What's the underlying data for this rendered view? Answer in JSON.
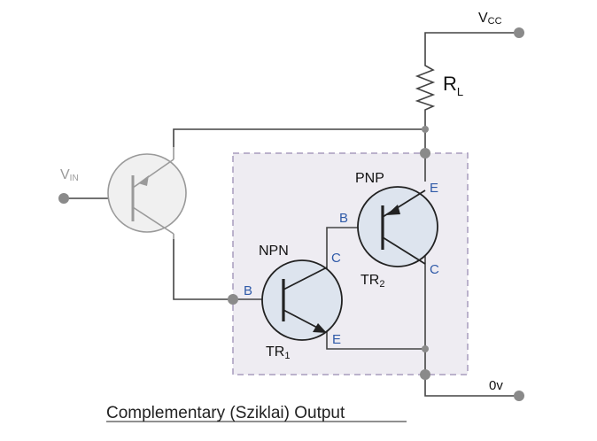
{
  "labels": {
    "vcc_main": "V",
    "vcc_sub": "CC",
    "rl_main": "R",
    "rl_sub": "L",
    "vin_main": "V",
    "vin_sub": "IN",
    "pnp": "PNP",
    "npn": "NPN",
    "tr2_main": "TR",
    "tr2_sub": "2",
    "tr1_main": "TR",
    "tr1_sub": "1",
    "zero_v": "0v",
    "caption": "Complementary (Sziklai) Output"
  },
  "pins": {
    "tr2_emitter": "E",
    "tr2_base": "B",
    "tr2_collector": "C",
    "tr1_collector": "C",
    "tr1_base": "B",
    "tr1_emitter": "E"
  },
  "colors": {
    "wire": "#444444",
    "node": "#8a8a8a",
    "box_fill": "#eeecf2",
    "box_stroke": "#a79bbd",
    "transistor_fill": "#dde4ee",
    "input_transistor_fill": "#f0f0f0",
    "pin_text": "#2f5aa8"
  }
}
